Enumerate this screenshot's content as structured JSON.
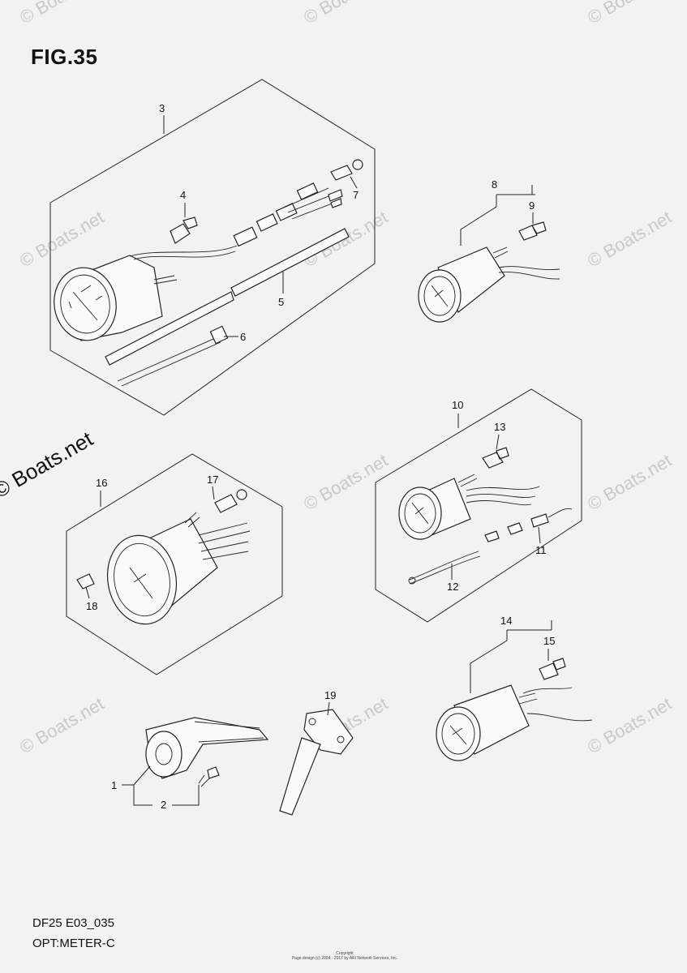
{
  "title": "FIG.35",
  "footer": {
    "code": "DF25 E03_035",
    "name": "OPT:METER-C"
  },
  "copyright": {
    "line1": "Copyright",
    "line2": "Page design (c) 2004 - 2017 by ARI Network Services, Inc."
  },
  "watermark": {
    "text": "© Boats.net",
    "big_text": "© Boats.net"
  },
  "callouts": [
    "1",
    "2",
    "3",
    "4",
    "5",
    "6",
    "7",
    "8",
    "9",
    "10",
    "11",
    "12",
    "13",
    "14",
    "15",
    "16",
    "17",
    "18",
    "19"
  ],
  "colors": {
    "background": "#f2f2f2",
    "line": "#222222",
    "watermark": "#c9c9c9"
  }
}
